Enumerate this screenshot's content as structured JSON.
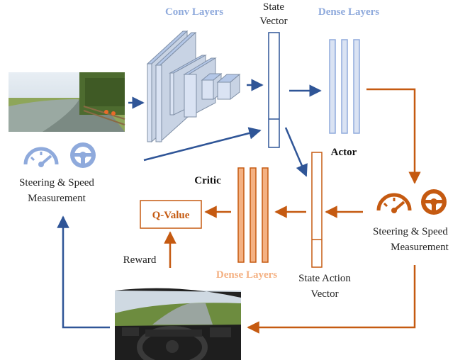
{
  "labels": {
    "conv_layers": "Conv Layers",
    "state_vector_line1": "State",
    "state_vector_line2": "Vector",
    "dense_layers_top": "Dense Layers",
    "actor": "Actor",
    "critic": "Critic",
    "q_value": "Q-Value",
    "reward": "Reward",
    "dense_layers_bottom": "Dense Layers",
    "state_action_line1": "State Action",
    "state_action_line2": "Vector",
    "left_measure_line1": "Steering & Speed",
    "left_measure_line2": "Measurement",
    "right_measure_line1": "Steering & Speed",
    "right_measure_line2": "Measurement"
  },
  "icons": {
    "left_speedometer": "speedometer-icon",
    "left_steering": "steering-wheel-icon",
    "right_speedometer": "speedometer-icon",
    "right_steering": "steering-wheel-icon"
  },
  "colors": {
    "blue": "#2f5597",
    "light_blue": "#8faadc",
    "orange": "#c55a11",
    "light_orange": "#f4b183",
    "layer_fill": "#dae3f3",
    "layer_side": "#b4c7e7"
  }
}
